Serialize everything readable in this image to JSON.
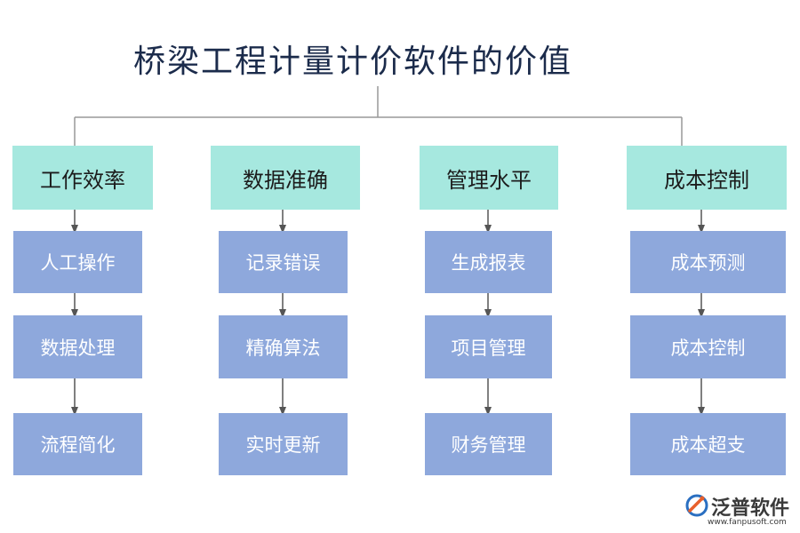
{
  "title": "桥梁工程计量计价软件的价值",
  "columns": [
    {
      "category": "工作效率",
      "items": [
        "人工操作",
        "数据处理",
        "流程简化"
      ]
    },
    {
      "category": "数据准确",
      "items": [
        "记录错误",
        "精确算法",
        "实时更新"
      ]
    },
    {
      "category": "管理水平",
      "items": [
        "生成报表",
        "项目管理",
        "财务管理"
      ]
    },
    {
      "category": "成本控制",
      "items": [
        "成本预测",
        "成本控制",
        "成本超支"
      ]
    }
  ],
  "logo": {
    "name": "泛普软件",
    "url": "www.fanpusoft.com"
  },
  "colors": {
    "category_fill": "#a6e8df",
    "item_fill": "#8ea8dc",
    "connector": "#999999",
    "arrow": "#555555"
  }
}
